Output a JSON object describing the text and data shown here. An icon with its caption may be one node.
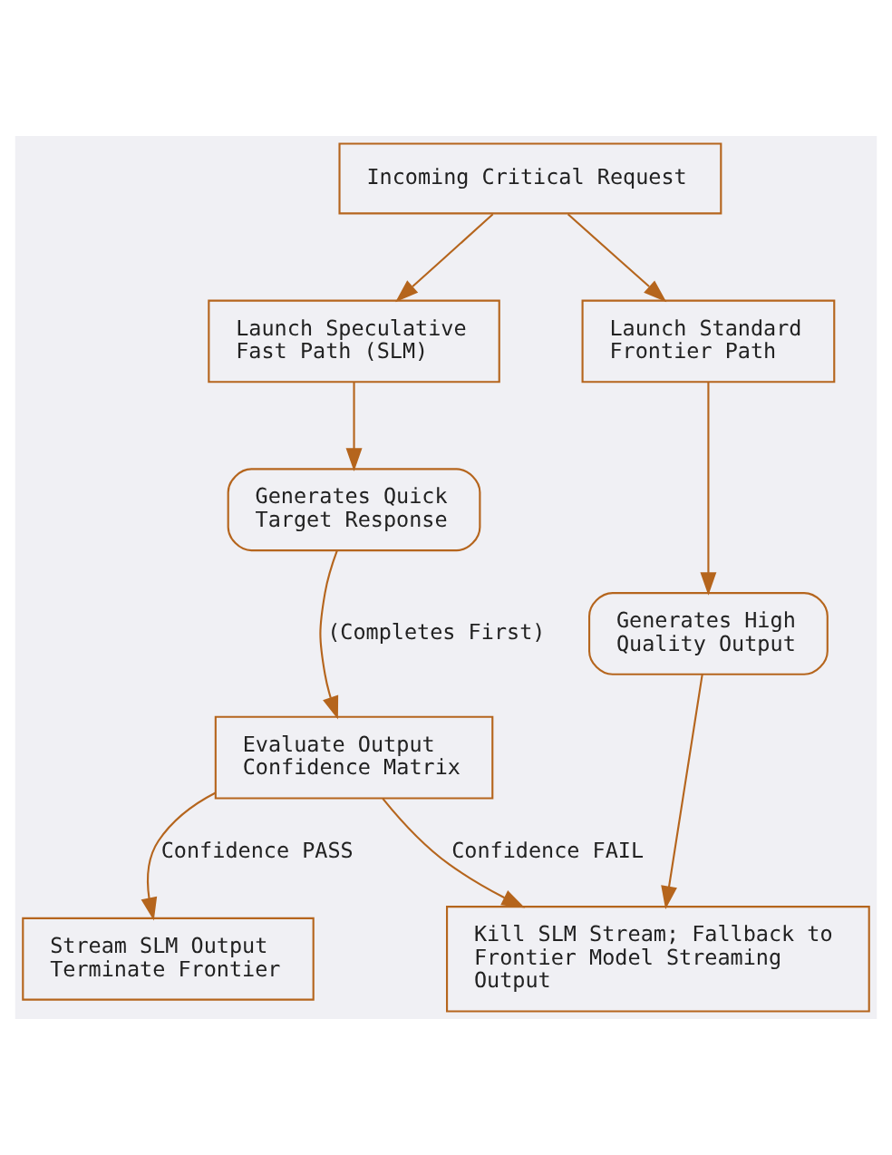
{
  "diagram": {
    "nodes": [
      {
        "text": [
          "Incoming Critical Request"
        ]
      },
      {
        "text": [
          "Launch Speculative Fast Path (SLM)"
        ]
      },
      {
        "text": [
          "Launch Standard Frontier Path"
        ]
      },
      {
        "text": [
          "Generates Quick Target Response"
        ]
      },
      {
        "text": [
          "Generates High Quality Output"
        ]
      },
      {
        "text": [
          "Evaluate Output Confidence Matrix"
        ]
      },
      {
        "text": [
          "Stream SLM Output Terminate Frontier"
        ]
      },
      {
        "text": [
          "Kill SLM Stream; Fallback to Frontier Model Streaming Output"
        ]
      }
    ],
    "edges": [
      {
        "from": 0,
        "to": 1,
        "arrow": "to"
      },
      {
        "from": 0,
        "to": 2,
        "arrow": "to"
      },
      {
        "from": 1,
        "to": 3,
        "arrow": "to"
      },
      {
        "from": 2,
        "to": 4,
        "arrow": "to"
      },
      {
        "from": 3,
        "to": 5,
        "arrow": "to",
        "label": "(Completes First)"
      },
      {
        "from": 5,
        "to": 6,
        "arrow": "to",
        "label": "Confidence PASS"
      },
      {
        "from": 5,
        "to": 7,
        "arrow": "to",
        "label": "Confidence FAIL"
      },
      {
        "from": 4,
        "to": 7,
        "arrow": "to"
      }
    ]
  }
}
